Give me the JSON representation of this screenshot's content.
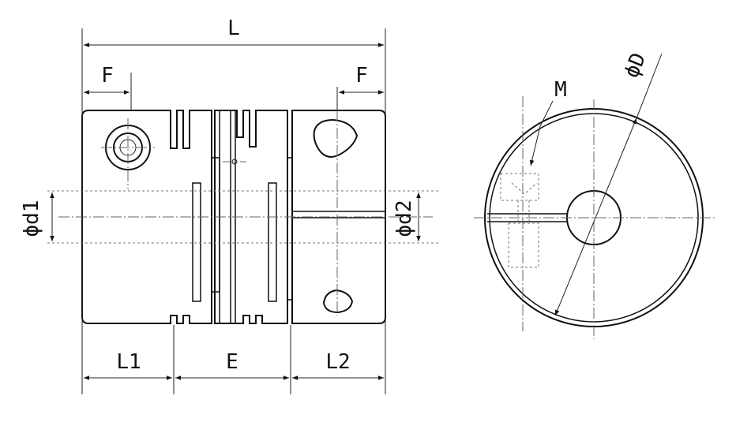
{
  "labels": {
    "L": "L",
    "F_left": "F",
    "F_right": "F",
    "d1": "ϕd1",
    "d2": "ϕd2",
    "L1": "L1",
    "E": "E",
    "L2": "L2",
    "M": "M",
    "D": "ϕD"
  },
  "colors": {
    "line": "#111111",
    "background": "#ffffff"
  }
}
